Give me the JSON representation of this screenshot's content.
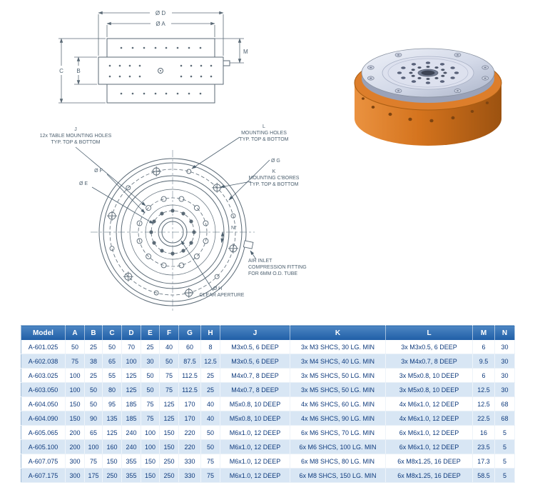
{
  "colors": {
    "drawing_line": "#5b6a76",
    "callout_text": "#4e6170",
    "table_header_blue": "#2f6db6",
    "table_alt_row": "#d8e6f4",
    "table_text": "#0e3a7c",
    "render_orange": "#d4731d",
    "render_gray": "#d3d9e8"
  },
  "drawings": {
    "side_view": {
      "dim_d": "Ø D",
      "dim_a": "Ø A",
      "dim_c": "C",
      "dim_b": "B",
      "dim_m": "M"
    },
    "top_view": {
      "callout_j": {
        "tag": "J",
        "line1": "12x TABLE MOUNTING HOLES",
        "line2": "TYP. TOP & BOTTOM"
      },
      "callout_l": {
        "tag": "L",
        "line1": "MOUNTING HOLES",
        "line2": "TYP. TOP & BOTTOM"
      },
      "callout_k": {
        "tag": "K",
        "line1": "MOUNTING C'BORES",
        "line2": "TYP. TOP & BOTTOM"
      },
      "dim_g": "Ø G",
      "dim_f": "Ø F",
      "dim_e": "Ø E",
      "dim_n": "N°",
      "air_inlet": {
        "line1": "AIR INLET",
        "line2": "COMPRESSION FITTING",
        "line3": "FOR 6MM O.D. TUBE"
      },
      "aperture": {
        "dim": "Ø H",
        "label": "CLEAR APERTURE"
      }
    }
  },
  "table": {
    "headers": [
      "Model",
      "A",
      "B",
      "C",
      "D",
      "E",
      "F",
      "G",
      "H",
      "J",
      "K",
      "L",
      "M",
      "N"
    ],
    "rows": [
      [
        "A-601.025",
        "50",
        "25",
        "50",
        "70",
        "25",
        "40",
        "60",
        "8",
        "M3x0.5, 6 DEEP",
        "3x M3 SHCS, 30 LG. MIN",
        "3x M3x0.5, 6 DEEP",
        "6",
        "30"
      ],
      [
        "A-602.038",
        "75",
        "38",
        "65",
        "100",
        "30",
        "50",
        "87.5",
        "12.5",
        "M3x0.5, 6 DEEP",
        "3x M4 SHCS, 40 LG. MIN",
        "3x M4x0.7, 8 DEEP",
        "9.5",
        "30"
      ],
      [
        "A-603.025",
        "100",
        "25",
        "55",
        "125",
        "50",
        "75",
        "112.5",
        "25",
        "M4x0.7, 8 DEEP",
        "3x M5 SHCS, 50 LG. MIN",
        "3x M5x0.8, 10 DEEP",
        "6",
        "30"
      ],
      [
        "A-603.050",
        "100",
        "50",
        "80",
        "125",
        "50",
        "75",
        "112.5",
        "25",
        "M4x0.7, 8 DEEP",
        "3x M5 SHCS, 50 LG. MIN",
        "3x M5x0.8, 10 DEEP",
        "12.5",
        "30"
      ],
      [
        "A-604.050",
        "150",
        "50",
        "95",
        "185",
        "75",
        "125",
        "170",
        "40",
        "M5x0.8, 10 DEEP",
        "4x M6 SHCS, 60 LG. MIN",
        "4x M6x1.0, 12 DEEP",
        "12.5",
        "68"
      ],
      [
        "A-604.090",
        "150",
        "90",
        "135",
        "185",
        "75",
        "125",
        "170",
        "40",
        "M5x0.8, 10 DEEP",
        "4x M6 SHCS, 90 LG. MIN",
        "4x M6x1.0, 12 DEEP",
        "22.5",
        "68"
      ],
      [
        "A-605.065",
        "200",
        "65",
        "125",
        "240",
        "100",
        "150",
        "220",
        "50",
        "M6x1.0, 12 DEEP",
        "6x M6 SHCS, 70 LG. MIN",
        "6x M6x1.0, 12 DEEP",
        "16",
        "5"
      ],
      [
        "A-605.100",
        "200",
        "100",
        "160",
        "240",
        "100",
        "150",
        "220",
        "50",
        "M6x1.0, 12 DEEP",
        "6x M6 SHCS, 100 LG. MIN",
        "6x M6x1.0, 12 DEEP",
        "23.5",
        "5"
      ],
      [
        "A-607.075",
        "300",
        "75",
        "150",
        "355",
        "150",
        "250",
        "330",
        "75",
        "M6x1.0, 12 DEEP",
        "6x M8 SHCS, 80 LG. MIN",
        "6x M8x1.25, 16 DEEP",
        "17.3",
        "5"
      ],
      [
        "A-607.175",
        "300",
        "175",
        "250",
        "355",
        "150",
        "250",
        "330",
        "75",
        "M6x1.0, 12 DEEP",
        "6x M8 SHCS, 150 LG. MIN",
        "6x M8x1.25, 16 DEEP",
        "58.5",
        "5"
      ]
    ]
  }
}
